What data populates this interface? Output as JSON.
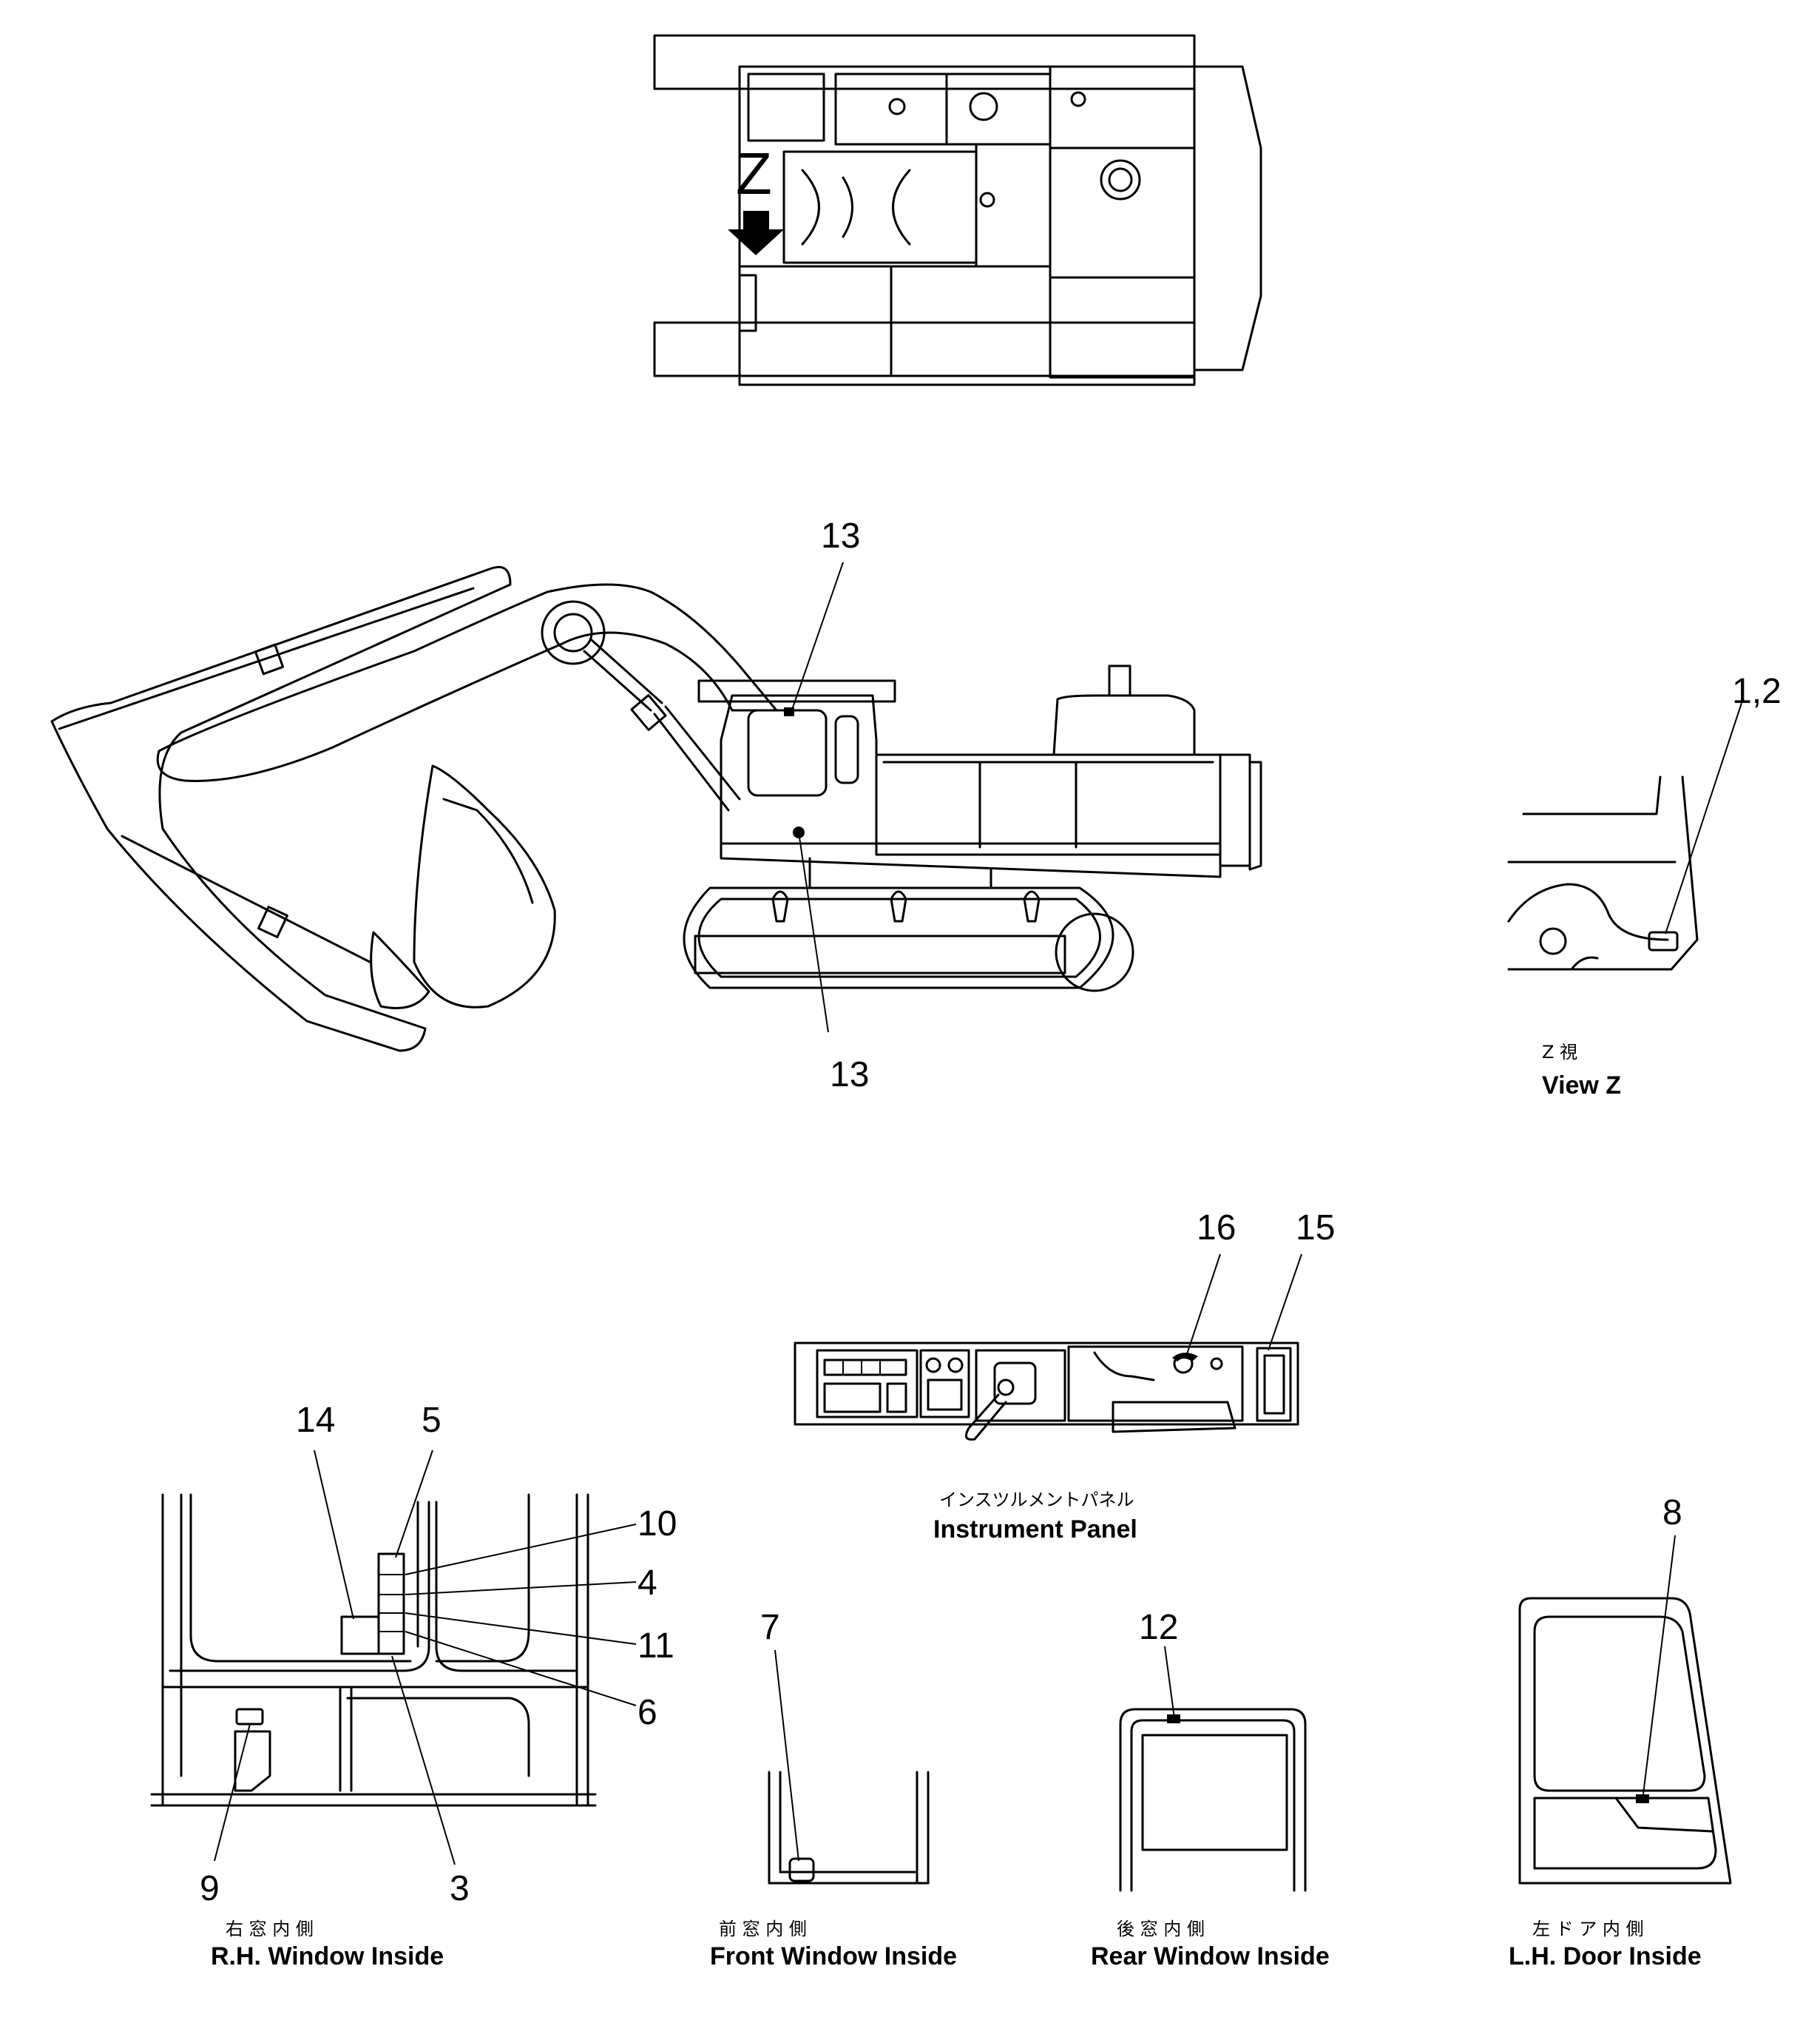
{
  "callouts": {
    "c13_top": "13",
    "c13_bottom": "13",
    "c1_2": "1,2",
    "c16": "16",
    "c15": "15",
    "c14": "14",
    "c5": "5",
    "c10": "10",
    "c4": "4",
    "c11": "11",
    "c6": "6",
    "c3": "3",
    "c9": "9",
    "c7": "7",
    "c12": "12",
    "c8": "8"
  },
  "view_marker": "Z",
  "captions": {
    "view_z_jp": "Z 視",
    "view_z_en": "View Z",
    "instrument_panel_jp": "インスツルメントパネル",
    "instrument_panel_en": "Instrument Panel",
    "rh_window_jp": "右 窓 内 側",
    "rh_window_en": "R.H. Window Inside",
    "front_window_jp": "前 窓 内 側",
    "front_window_en": "Front Window Inside",
    "rear_window_jp": "後 窓 内 側",
    "rear_window_en": "Rear Window Inside",
    "lh_door_jp": "左 ド ア 内 側",
    "lh_door_en": "L.H. Door Inside"
  }
}
